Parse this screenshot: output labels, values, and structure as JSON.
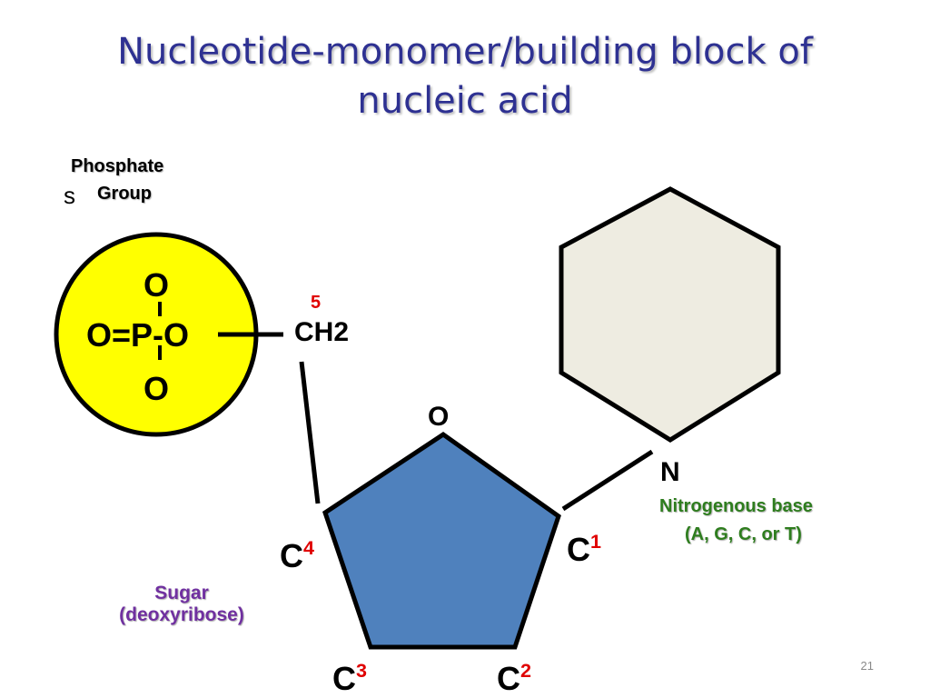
{
  "title_line1": "Nucleotide-monomer/building block of",
  "title_line2": "nucleic acid",
  "phosphate": {
    "label_line1": "Phosphate",
    "label_line2": "Group",
    "stray_s": "s",
    "top_o": "O",
    "middle": "O=P-O",
    "bottom_o": "O",
    "fill_color": "#FFFF00"
  },
  "ch2": {
    "label": "CH2",
    "position_num": "5"
  },
  "sugar_ring": {
    "o_label": "O",
    "c1": "C",
    "c1_num": "1",
    "c2": "C",
    "c2_num": "2",
    "c3": "C",
    "c3_num": "3",
    "c4": "C",
    "c4_num": "4",
    "fill_color": "#4F81BD"
  },
  "sugar_label": {
    "line1": "Sugar",
    "line2": "(deoxyribose)"
  },
  "base": {
    "n_label": "N",
    "label_line1": "Nitrogenous base",
    "label_line2": "(A, G, C, or T)",
    "fill_color": "#EEECE1"
  },
  "slide_number": "21"
}
